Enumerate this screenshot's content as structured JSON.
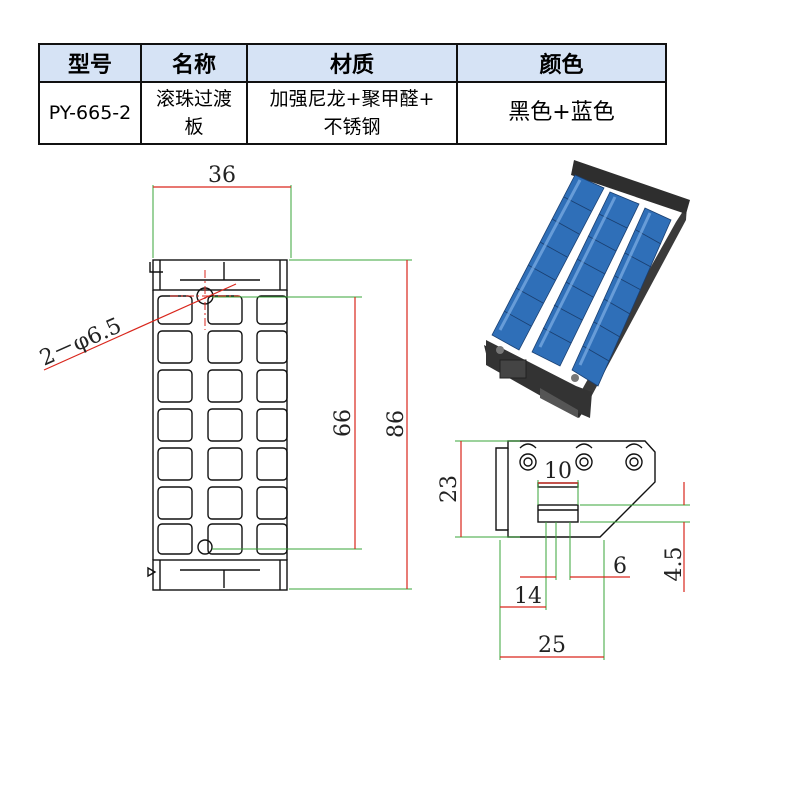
{
  "table": {
    "headers": [
      "型号",
      "名称",
      "材质",
      "颜色"
    ],
    "row": {
      "model": "PY-665-2",
      "name_line1": "滚珠过渡",
      "name_line2": "板",
      "material_line1": "加强尼龙+聚甲醛+",
      "material_line2": "不锈钢",
      "color": "黑色+蓝色"
    }
  },
  "dimensions": {
    "width_top": "36",
    "hole": "2－φ6.5",
    "inner_length": "66",
    "total_length": "86",
    "side_height": "23",
    "slot_width": "10",
    "bottom_14": "14",
    "bottom_6": "6",
    "side_4_5": "4.5",
    "bottom_25": "25"
  },
  "colors": {
    "roller_blue": "#2f6fb8",
    "frame_dark": "#333333",
    "dim_green": "#3aa53a",
    "dim_red": "#d9261c"
  }
}
